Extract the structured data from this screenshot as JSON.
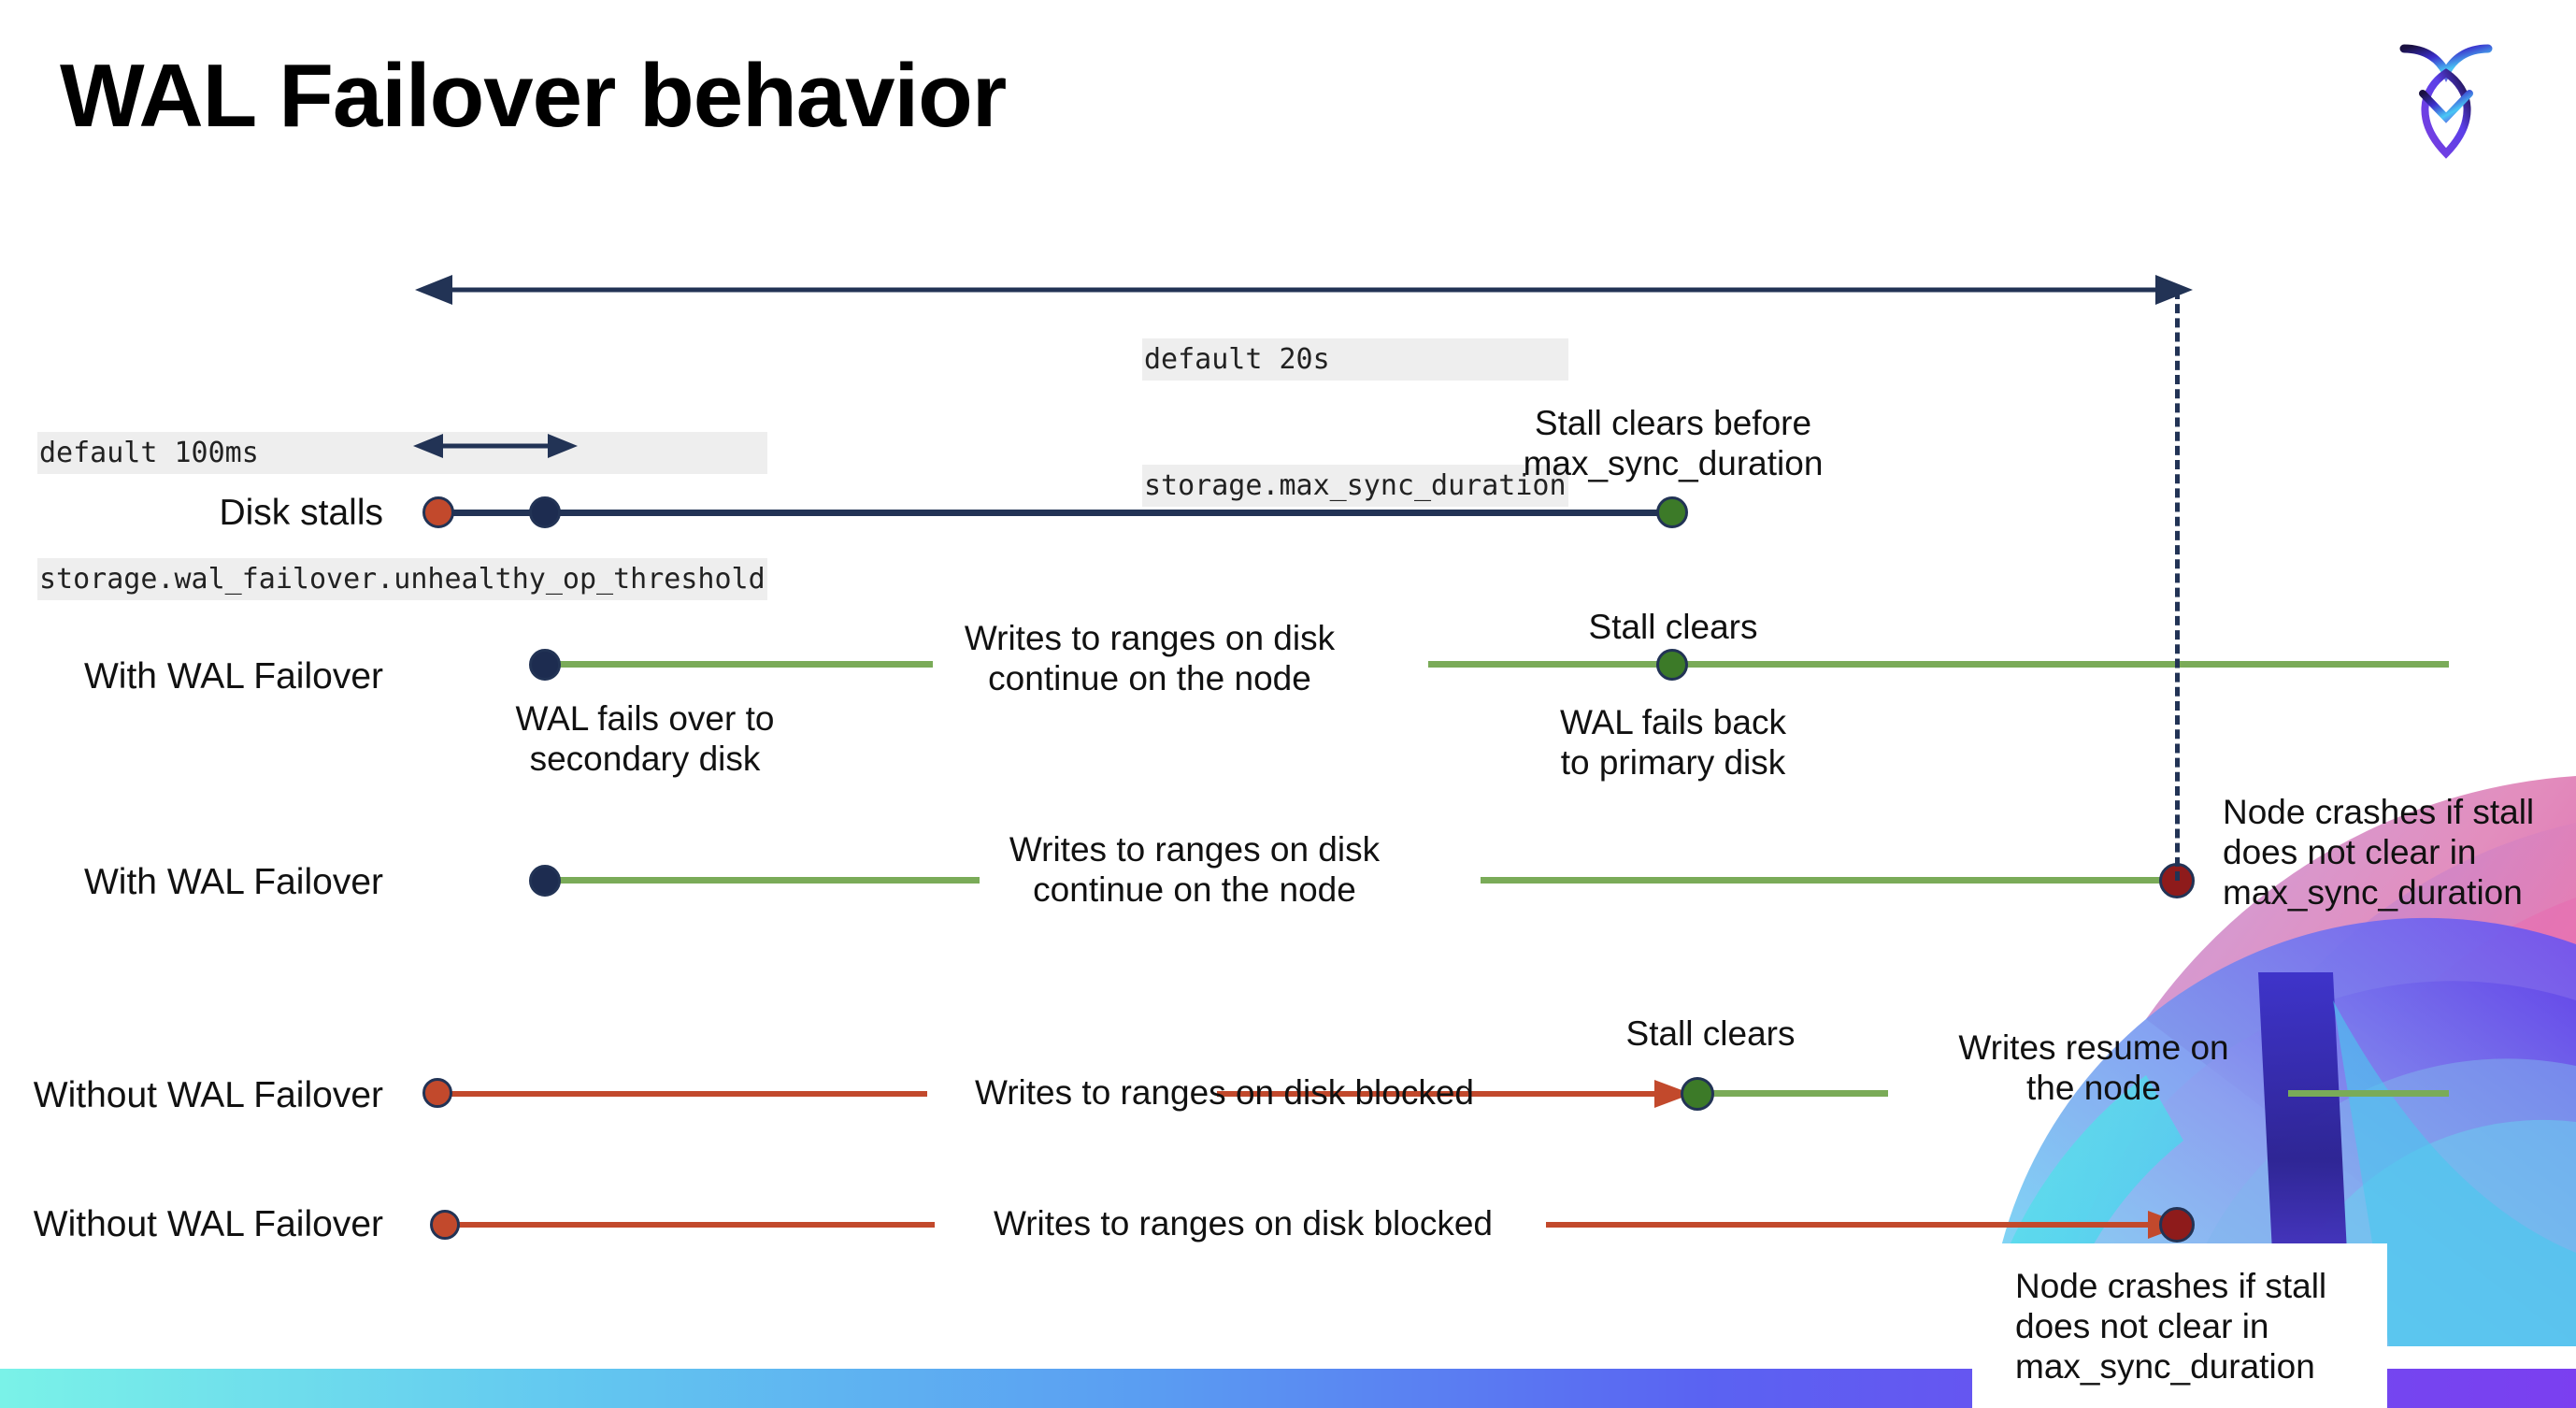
{
  "slide": {
    "title": "WAL Failover behavior",
    "logo_name": "cockroachdb-logo"
  },
  "settings": {
    "max_sync": {
      "default_label": "default 20s",
      "setting_name": "storage.max_sync_duration"
    },
    "unhealthy_threshold": {
      "default_label": "default 100ms",
      "setting_name": "storage.wal_failover.unhealthy_op_threshold"
    }
  },
  "rows": [
    {
      "label": "Disk stalls",
      "notes": [
        "Stall clears before\nmax_sync_duration"
      ]
    },
    {
      "label": "With WAL Failover",
      "notes": [
        "WAL fails over to\nsecondary disk",
        "Writes to ranges on disk\ncontinue on the node",
        "Stall clears",
        "WAL fails  back\nto primary disk"
      ]
    },
    {
      "label": "With WAL Failover",
      "notes": [
        "Writes to ranges on disk\ncontinue on the node",
        "Node crashes if stall\ndoes not clear in\nmax_sync_duration"
      ]
    },
    {
      "label": "Without WAL Failover",
      "notes": [
        "Writes to ranges on disk  blocked",
        "Stall clears",
        "Writes resume on\nthe node"
      ]
    },
    {
      "label": "Without WAL Failover",
      "notes": [
        "Writes to ranges on disk  blocked",
        "Node crashes if stall\ndoes not clear in\nmax_sync_duration"
      ]
    }
  ],
  "colors": {
    "navy": "#223355",
    "green_line": "#7aab58",
    "green_dot": "#3c7a28",
    "orange": "#c2492c",
    "dark_red": "#8e1b1b",
    "code_bg": "#eeeeee"
  }
}
